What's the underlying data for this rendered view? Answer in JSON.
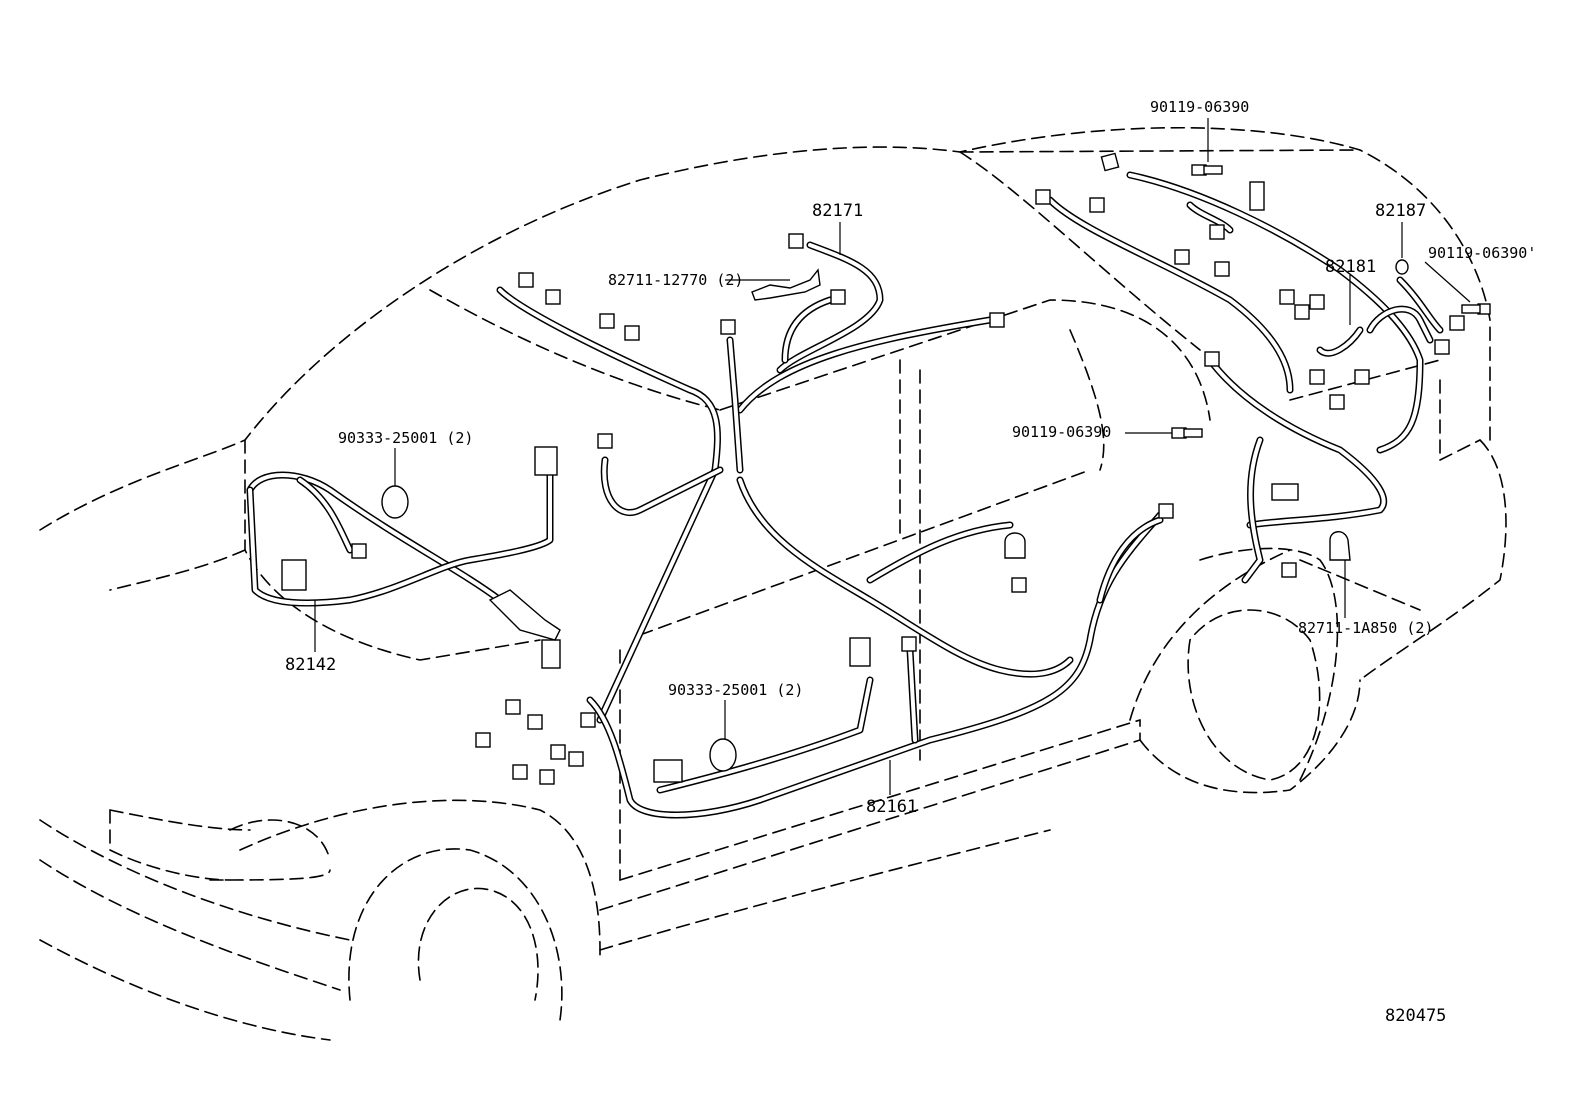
{
  "diagram_id": "820475",
  "labels": {
    "bolt_top": "90119-06390",
    "bolt_right": "90119-06390'",
    "bolt_mid": "90119-06390",
    "harness_roof": "82171",
    "clamp_roof": "82711-12770 (2)",
    "harness_floor_rear": "82187",
    "harness_rear": "82181",
    "grommet_front": "90333-25001 (2)",
    "grommet_floor": "90333-25001 (2)",
    "harness_front": "82142",
    "harness_floor": "82161",
    "clamp_rear": "82711-1A850 (2)"
  }
}
